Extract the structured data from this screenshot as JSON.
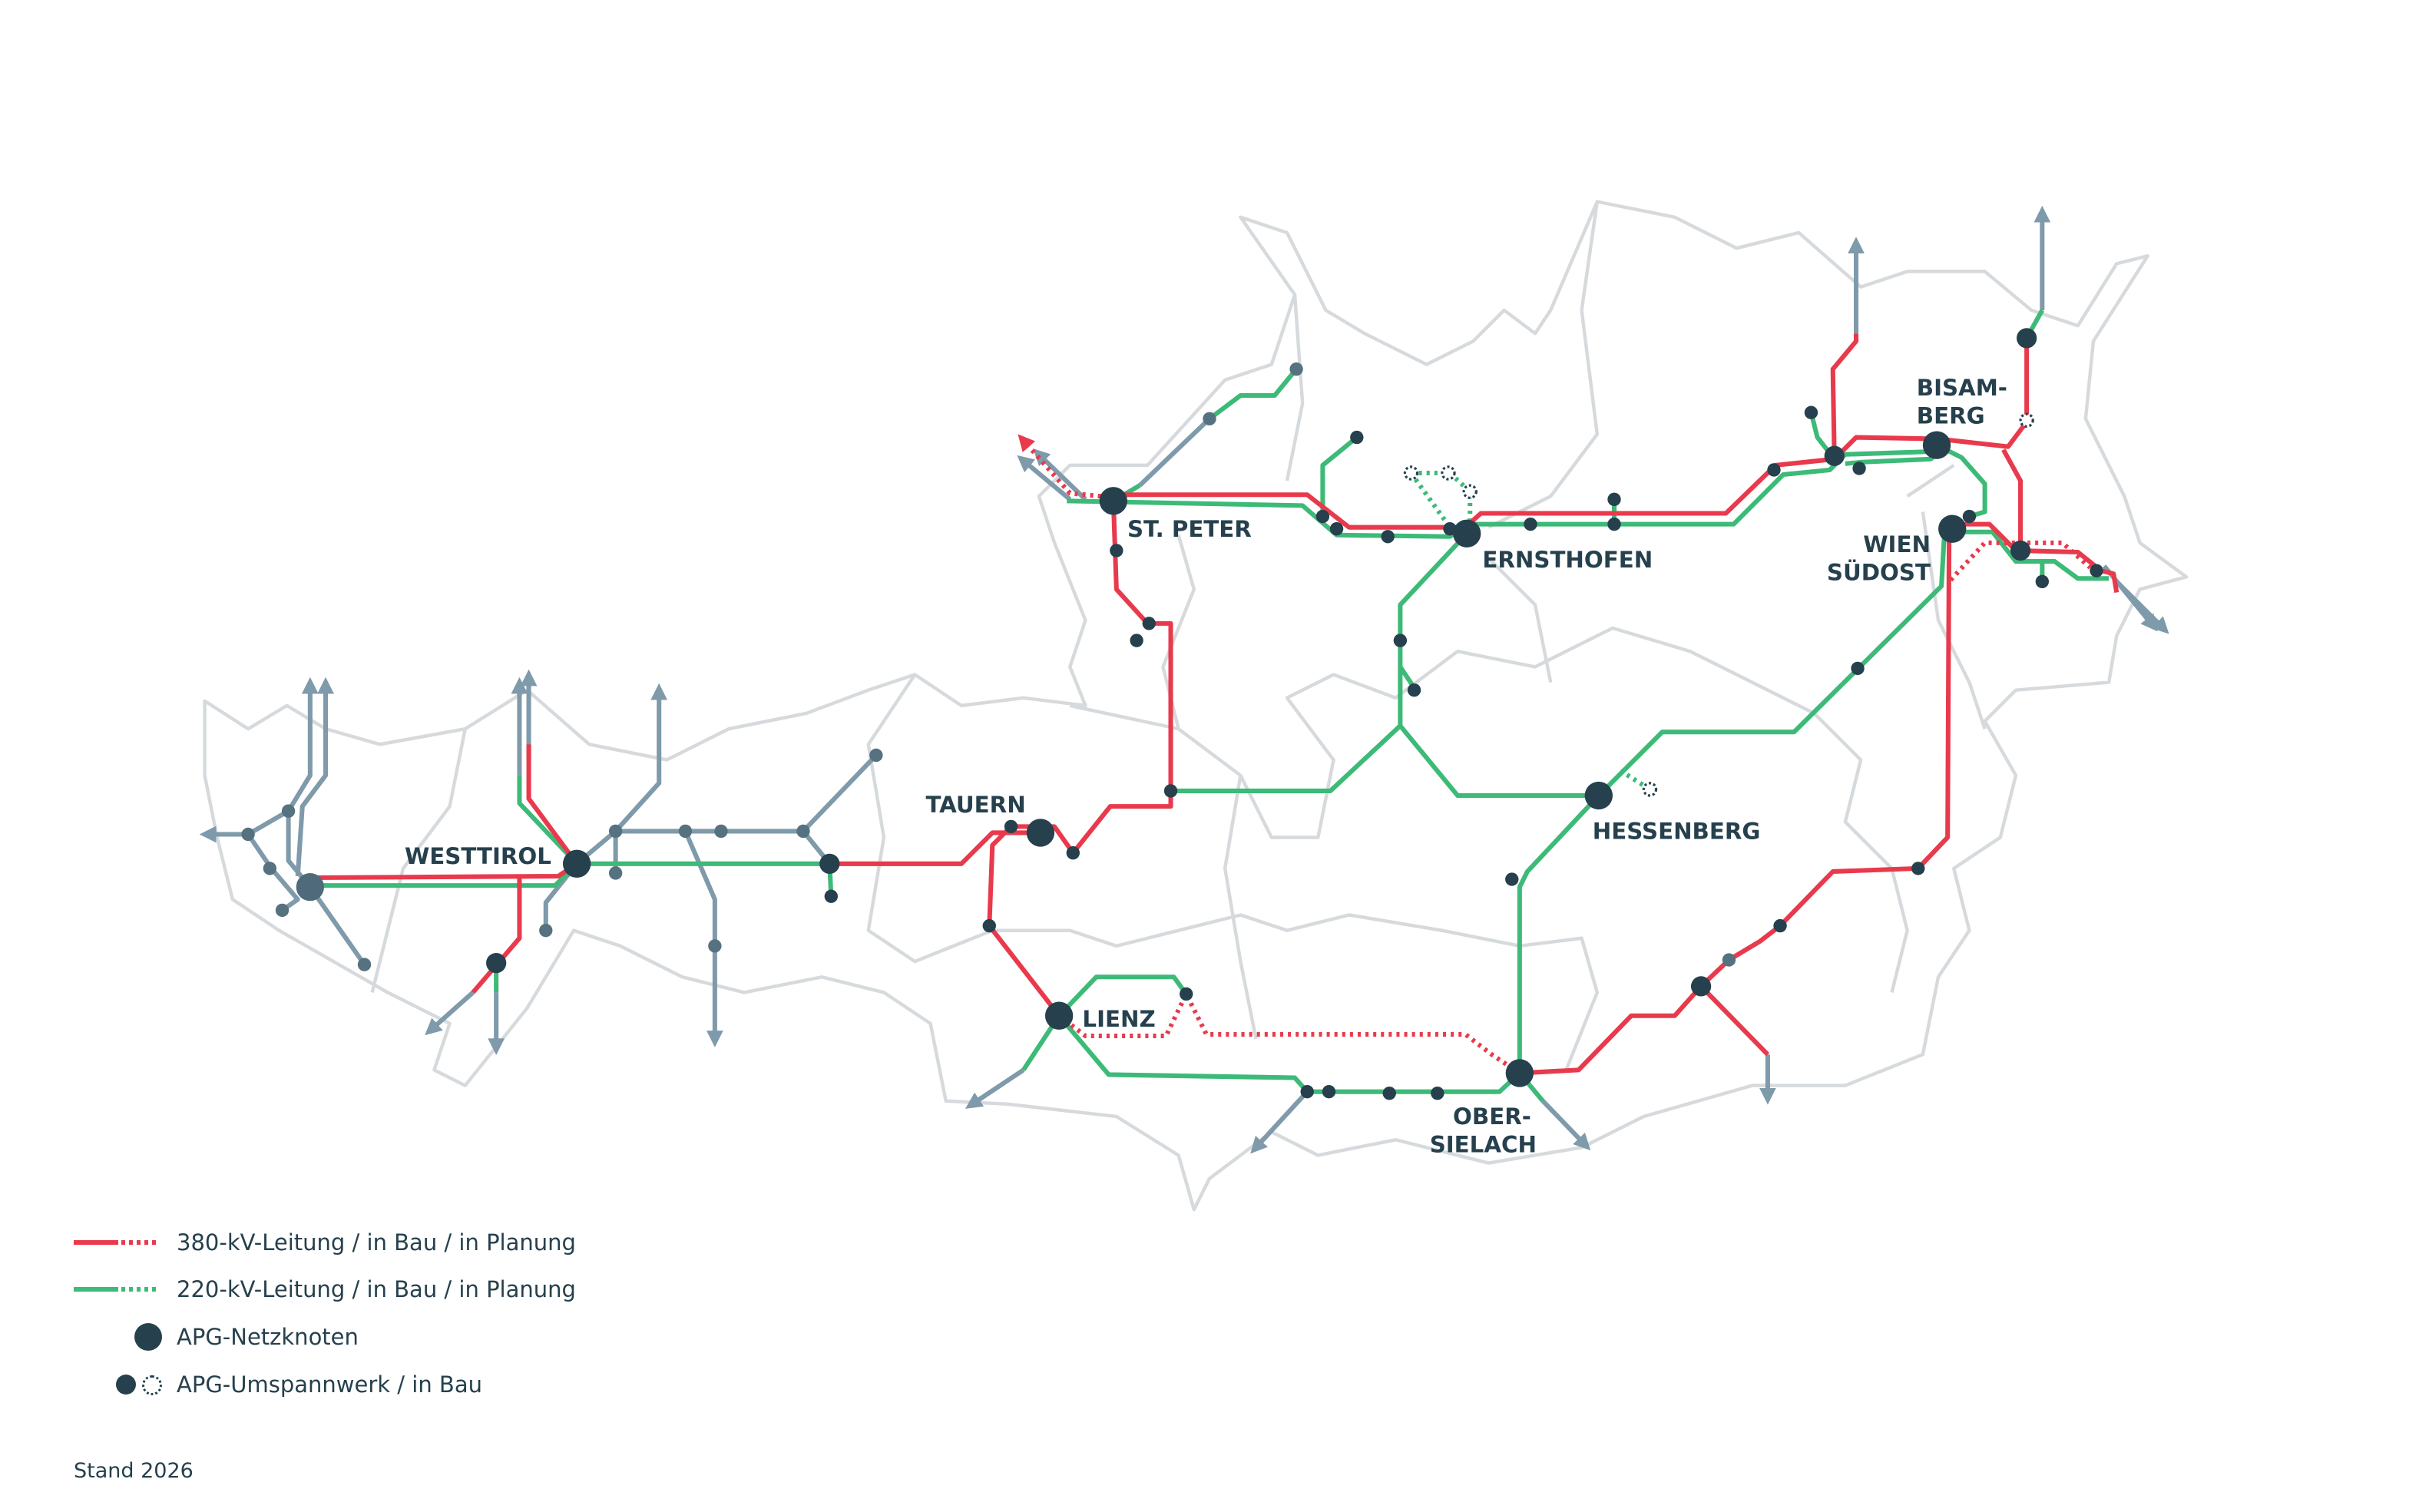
{
  "map": {
    "nodes": {
      "st_peter": "ST. PETER",
      "ernsthofen": "ERNSTHOFEN",
      "bisamberg_1": "BISAM-",
      "bisamberg_2": "BERG",
      "wien_1": "WIEN",
      "wien_2": "SÜDOST",
      "hessenberg": "HESSENBERG",
      "tauern": "TAUERN",
      "westtirol": "WESTTIROL",
      "lienz": "LIENZ",
      "obersielach_1": "OBER-",
      "obersielach_2": "SIELACH"
    },
    "colors": {
      "kv380": "#e83a4c",
      "kv220": "#3dba78",
      "foreign": "#7f9aaa",
      "node": "#26404d",
      "border": "#d6dadd"
    }
  },
  "legend": {
    "items": [
      {
        "label": "380-kV-Leitung / in Bau / in Planung",
        "icon": "red-line-icon"
      },
      {
        "label": "220-kV-Leitung / in Bau / in Planung",
        "icon": "green-line-icon"
      },
      {
        "label": "APG-Netzknoten",
        "icon": "network-node-icon"
      },
      {
        "label": "APG-Umspannwerk / in Bau",
        "icon": "substation-icon"
      }
    ],
    "stand": "Stand 2026"
  }
}
